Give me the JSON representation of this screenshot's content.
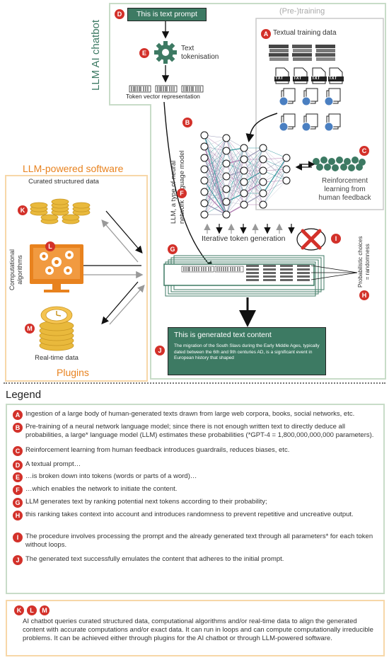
{
  "chatbot": {
    "title": "LLM AI chatbot",
    "prompt_box": "This is text prompt",
    "tokenisation": "Text tokenisation",
    "token_vector": "Token vector representation",
    "pretraining_title": "(Pre-)training",
    "textual_training_data": "Textual training data",
    "txt_label": "TXT",
    "llm_label_line1": "LLM, a type of neural",
    "llm_label_line2": "network language model",
    "rlhf_line1": "Reinforcement",
    "rlhf_line2": "learning from",
    "rlhf_line3": "human feedback",
    "iterative": "Iterative token generation",
    "probabilistic_line1": "Probabilistic choices",
    "probabilistic_line2": "= randomness",
    "generated_title": "This is generated text content",
    "generated_body": "The migration of the South Slavs during the Early Middle Ages, typically dated between the 6th and 9th centuries AD, is a significant event in European history that shaped"
  },
  "software": {
    "title": "LLM-powered software",
    "curated": "Curated structured data",
    "computational_line1": "Computational",
    "computational_line2": "algorithms",
    "realtime": "Real-time data",
    "plugins": "Plugins"
  },
  "badges": {
    "A": "A",
    "B": "B",
    "C": "C",
    "D": "D",
    "E": "E",
    "F": "F",
    "G": "G",
    "H": "H",
    "I": "I",
    "J": "J",
    "K": "K",
    "L": "L",
    "M": "M"
  },
  "legend": {
    "title": "Legend",
    "items": [
      {
        "key": "A",
        "text": "Ingestion of a large body of human-generated texts drawn from large web corpora, books, social networks, etc."
      },
      {
        "key": "B",
        "text": "Pre-training of a neural network language model; since there is not enough written text to directly deduce all probabilities, a large* language model (LLM) estimates these probabilities (*GPT-4 = 1,800,000,000,000 parameters)."
      },
      {
        "key": "C",
        "text": "Reinforcement learning from human feedback introduces guardrails, reduces biases, etc."
      },
      {
        "key": "D",
        "text": "A textual prompt…"
      },
      {
        "key": "E",
        "text": "…is broken down into tokens (words or parts of a word)…"
      },
      {
        "key": "F",
        "text": "…which enables the network to initiate the content."
      },
      {
        "key": "G",
        "text": "LLM generates text by ranking potential next tokens according to their probability;"
      },
      {
        "key": "H",
        "text": "this ranking takes context into account and introduces randomness to prevent repetitive and uncreative output."
      },
      {
        "key": "I",
        "text": "The procedure involves processing the prompt and the already generated text through all parameters* for each token without loops."
      },
      {
        "key": "J",
        "text": "The generated text successfully emulates the content that adheres to the initial prompt."
      }
    ],
    "klm_text": "AI chatbot queries curated structured data, computational algorithms and/or real-time data to align the generated content with accurate computations and/or exact data. It can run in loops and can compute computationally irreducible problems. It can be achieved either through plugins for the AI chatbot or through LLM-powered software."
  },
  "colors": {
    "green": "#3d7a63",
    "orange": "#e8821e",
    "badge": "#d3312a",
    "gold": "#e9b93c",
    "frame": "#c8dcc8"
  }
}
